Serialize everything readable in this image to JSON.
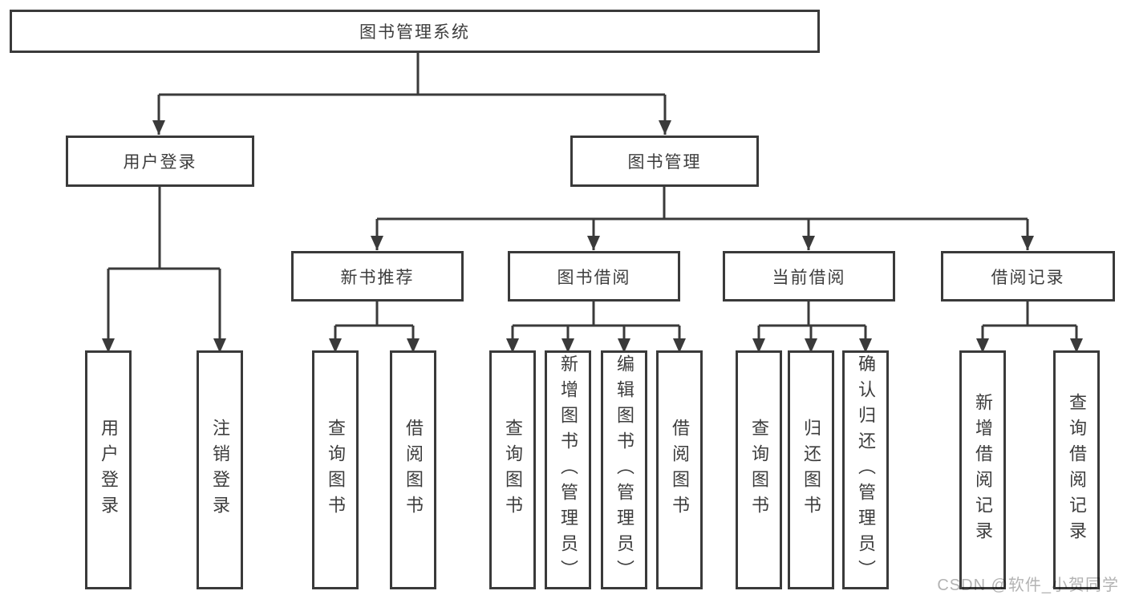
{
  "diagram": {
    "type": "hierarchy-tree",
    "orientation": "top-down"
  },
  "colors": {
    "line": "#3a3a3a",
    "box_border": "#3a3a3a",
    "text": "#3d3d3d",
    "box_background": "#ffffff",
    "background": "#ffffff",
    "watermark": "#b3b3b3"
  },
  "tree": {
    "root": {
      "label": "图书管理系统"
    },
    "branches": [
      {
        "label": "用户登录",
        "children": [
          {
            "label": "用户登录"
          },
          {
            "label": "注销登录"
          }
        ]
      },
      {
        "label": "图书管理",
        "children": [
          {
            "label": "新书推荐",
            "children": [
              {
                "label": "查询图书"
              },
              {
                "label": "借阅图书"
              }
            ]
          },
          {
            "label": "图书借阅",
            "children": [
              {
                "label": "查询图书"
              },
              {
                "label": "新增图书（管理员）"
              },
              {
                "label": "编辑图书（管理员）"
              },
              {
                "label": "借阅图书"
              }
            ]
          },
          {
            "label": "当前借阅",
            "children": [
              {
                "label": "查询图书"
              },
              {
                "label": "归还图书"
              },
              {
                "label": "确认归还（管理员）"
              }
            ]
          },
          {
            "label": "借阅记录",
            "children": [
              {
                "label": "新增借阅记录"
              },
              {
                "label": "查询借阅记录"
              }
            ]
          }
        ]
      }
    ]
  },
  "watermark": {
    "text": "CSDN @软件_小贺同学"
  }
}
